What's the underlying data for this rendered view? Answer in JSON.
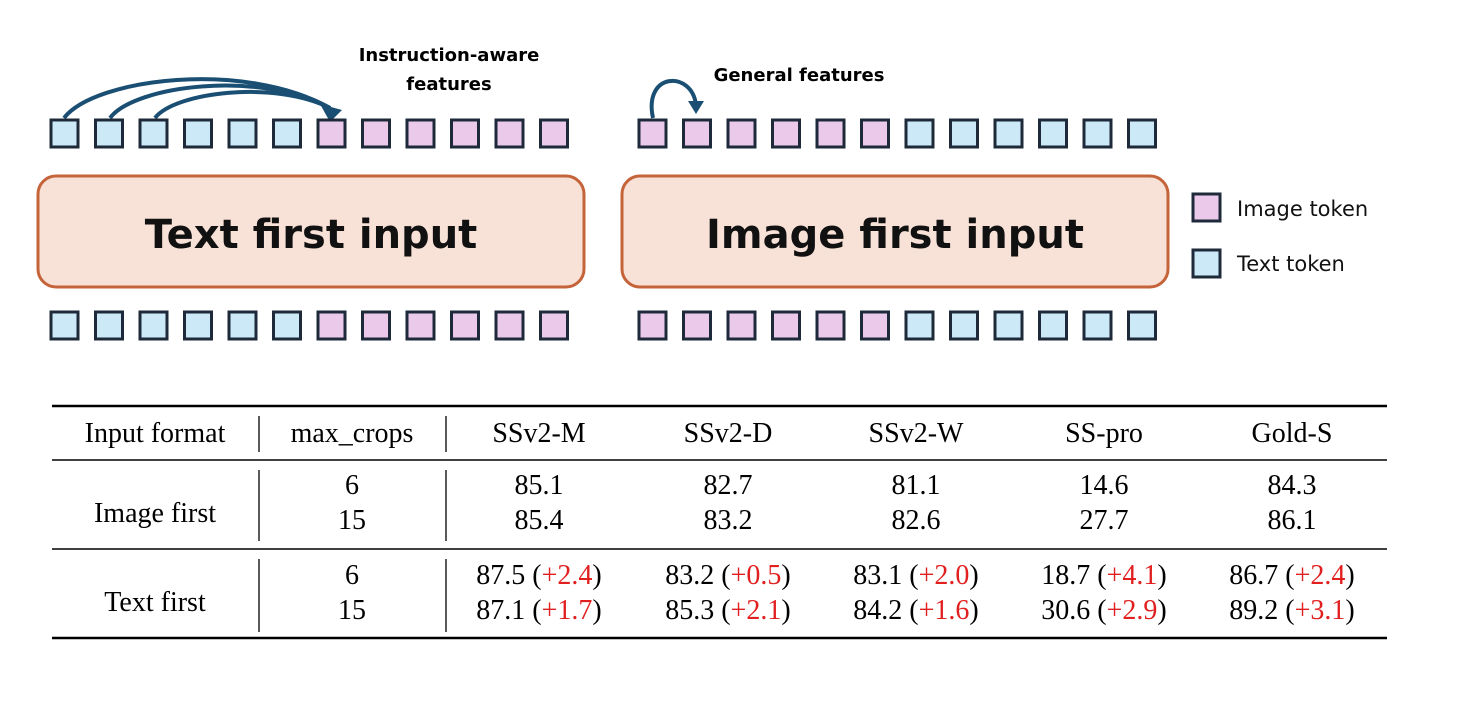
{
  "diagram": {
    "left_panel": {
      "annotation_line1": "Instruction-aware",
      "annotation_line2": "features",
      "box_label": "Text first input",
      "top_tokens": [
        "text",
        "text",
        "text",
        "text",
        "text",
        "text",
        "image",
        "image",
        "image",
        "image",
        "image",
        "image"
      ],
      "bottom_tokens": [
        "text",
        "text",
        "text",
        "text",
        "text",
        "text",
        "image",
        "image",
        "image",
        "image",
        "image",
        "image"
      ]
    },
    "right_panel": {
      "annotation": "General features",
      "box_label": "Image first input",
      "top_tokens": [
        "image",
        "image",
        "image",
        "image",
        "image",
        "image",
        "text",
        "text",
        "text",
        "text",
        "text",
        "text"
      ],
      "bottom_tokens": [
        "image",
        "image",
        "image",
        "image",
        "image",
        "image",
        "text",
        "text",
        "text",
        "text",
        "text",
        "text"
      ]
    },
    "legend": [
      {
        "label": "Image token",
        "kind": "image"
      },
      {
        "label": "Text token",
        "kind": "text"
      }
    ],
    "colors": {
      "image_token": "#ebc9eb",
      "text_token": "#cbe9f7",
      "token_border": "#1e2a3a",
      "box_fill": "#f8e1d6",
      "box_border": "#c5633a",
      "arrow": "#1a4f73",
      "delta": "#e21f1f"
    }
  },
  "table": {
    "headers": [
      "Input format",
      "max_crops",
      "SSv2-M",
      "SSv2-D",
      "SSv2-W",
      "SS-pro",
      "Gold-S"
    ],
    "groups": [
      {
        "format": "Image first",
        "rows": [
          {
            "max_crops": "6",
            "cells": [
              {
                "value": "85.1",
                "delta": ""
              },
              {
                "value": "82.7",
                "delta": ""
              },
              {
                "value": "81.1",
                "delta": ""
              },
              {
                "value": "14.6",
                "delta": ""
              },
              {
                "value": "84.3",
                "delta": ""
              }
            ]
          },
          {
            "max_crops": "15",
            "cells": [
              {
                "value": "85.4",
                "delta": ""
              },
              {
                "value": "83.2",
                "delta": ""
              },
              {
                "value": "82.6",
                "delta": ""
              },
              {
                "value": "27.7",
                "delta": ""
              },
              {
                "value": "86.1",
                "delta": ""
              }
            ]
          }
        ]
      },
      {
        "format": "Text first",
        "rows": [
          {
            "max_crops": "6",
            "cells": [
              {
                "value": "87.5",
                "delta": "+2.4"
              },
              {
                "value": "83.2",
                "delta": "+0.5"
              },
              {
                "value": "83.1",
                "delta": "+2.0"
              },
              {
                "value": "18.7",
                "delta": "+4.1"
              },
              {
                "value": "86.7",
                "delta": "+2.4"
              }
            ]
          },
          {
            "max_crops": "15",
            "cells": [
              {
                "value": "87.1",
                "delta": "+1.7"
              },
              {
                "value": "85.3",
                "delta": "+2.1"
              },
              {
                "value": "84.2",
                "delta": "+1.6"
              },
              {
                "value": "30.6",
                "delta": "+2.9"
              },
              {
                "value": "89.2",
                "delta": "+3.1"
              }
            ]
          }
        ]
      }
    ]
  }
}
